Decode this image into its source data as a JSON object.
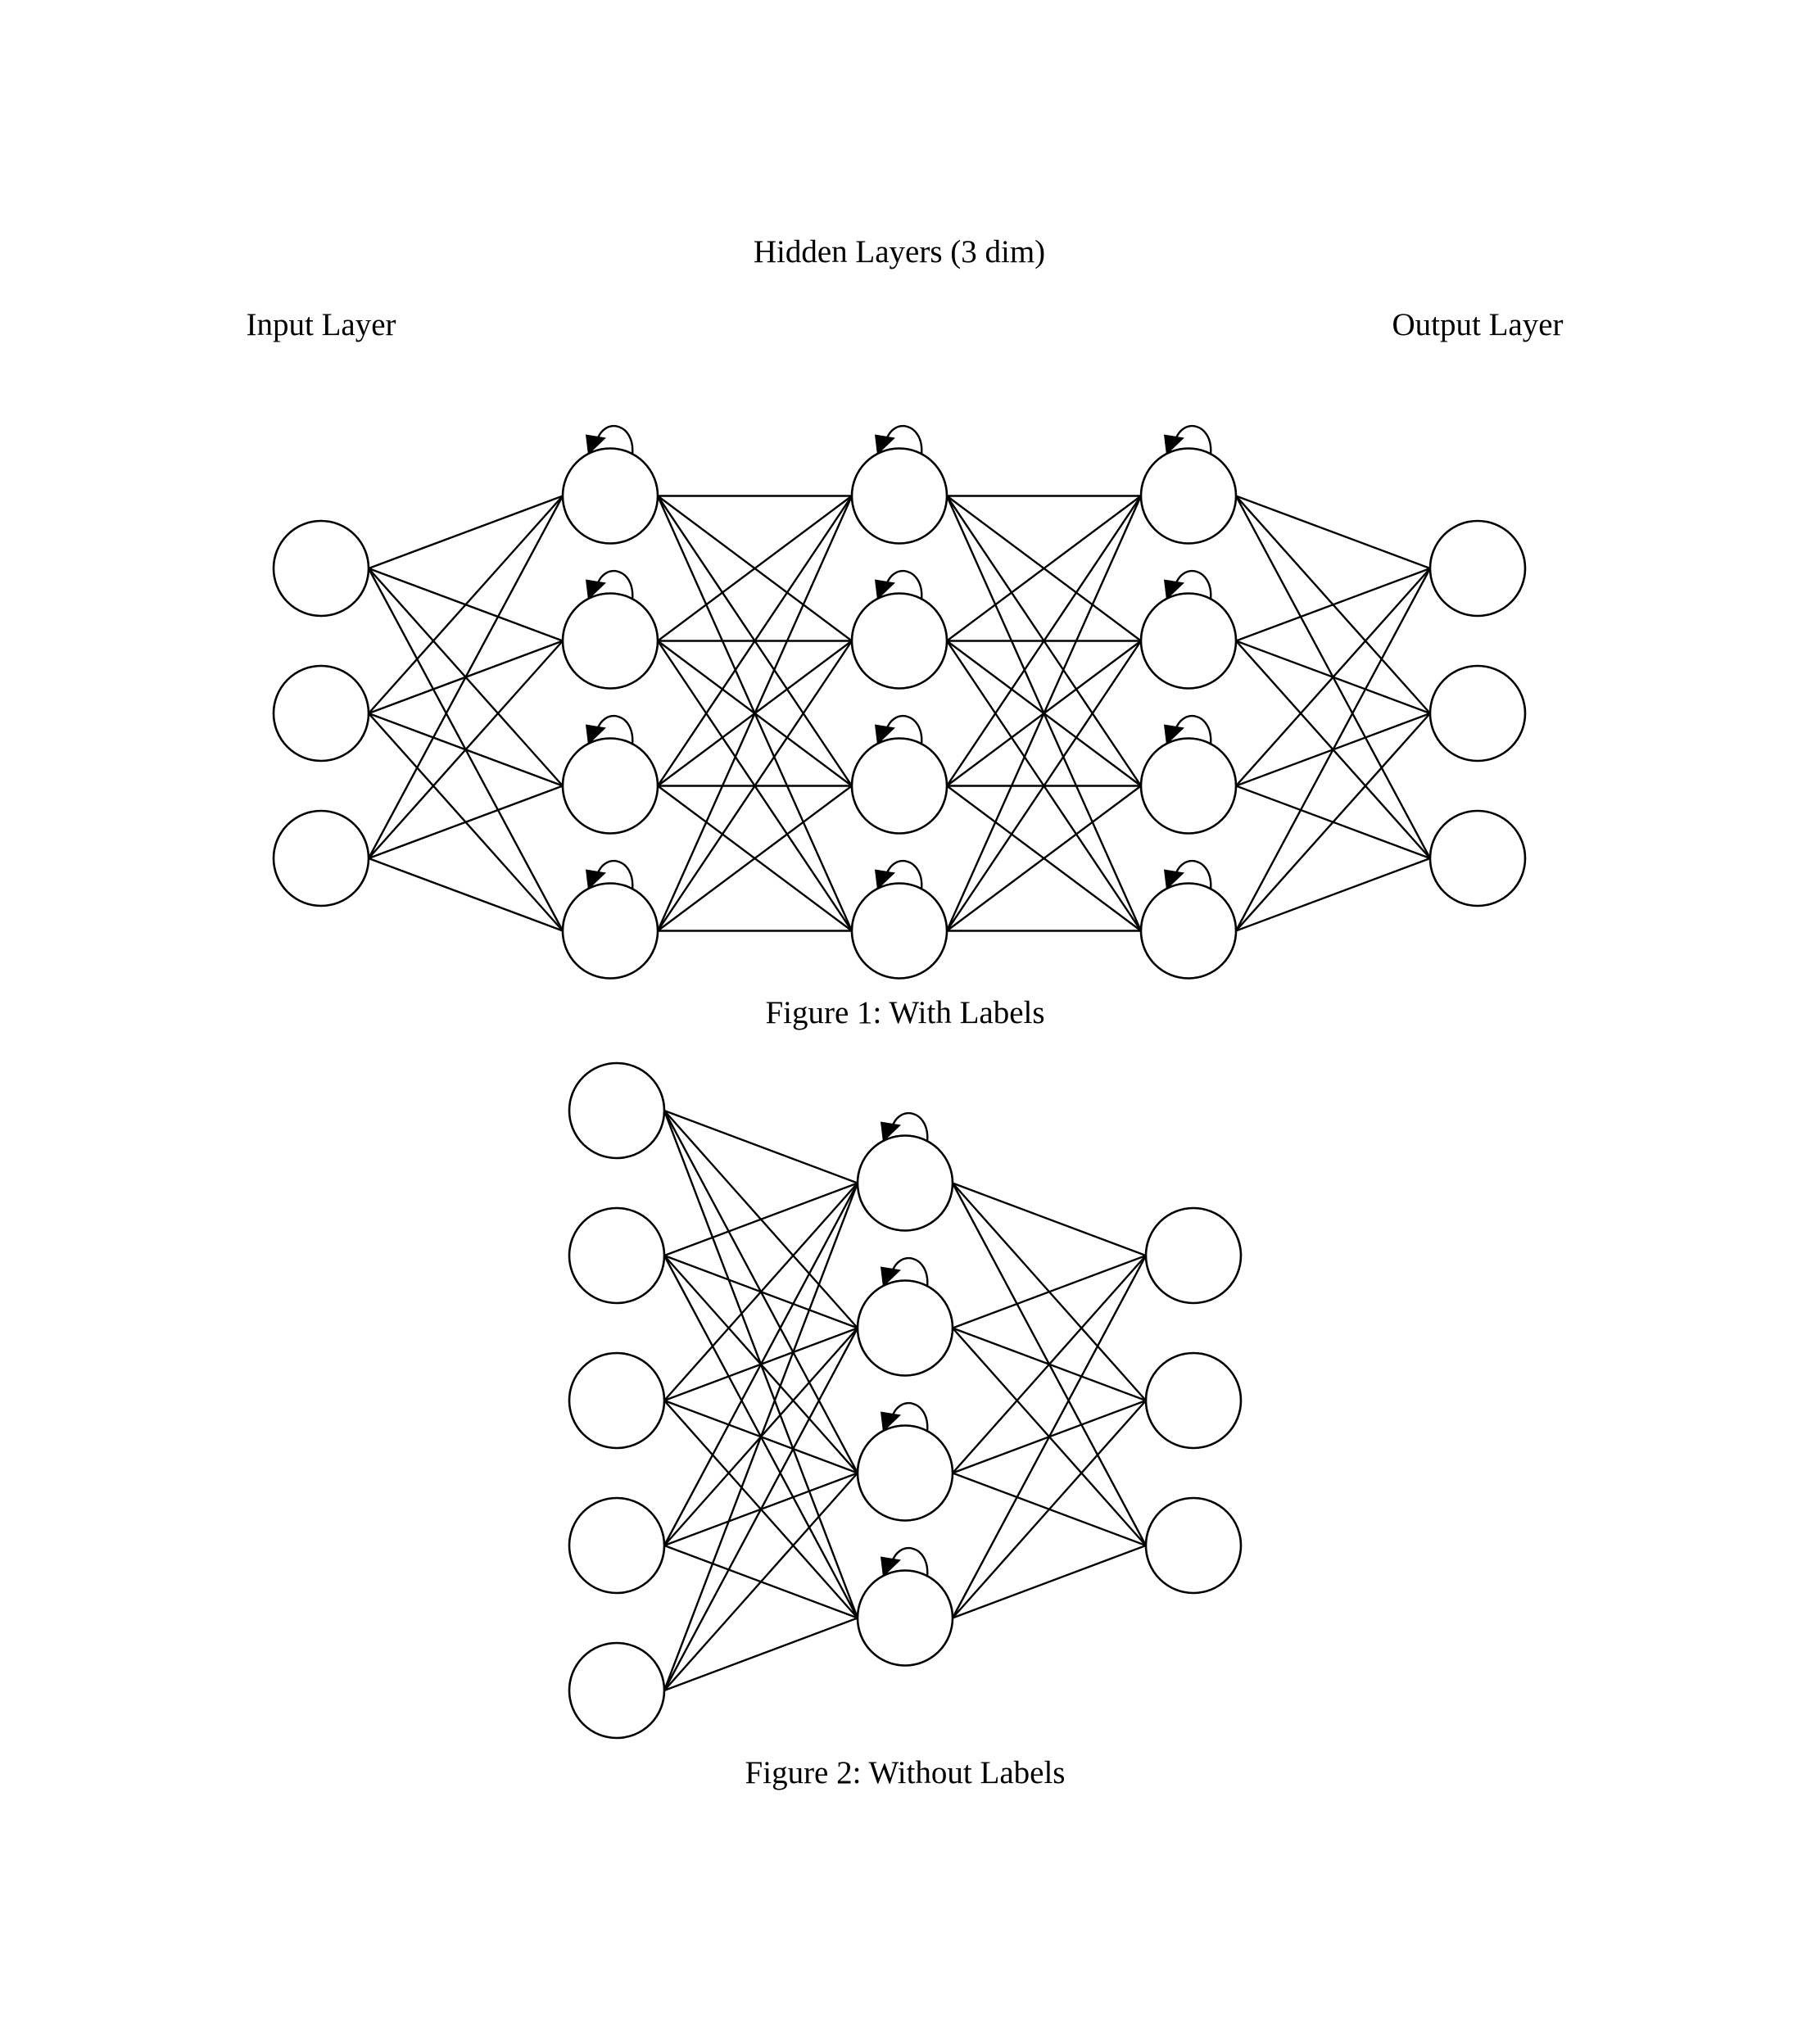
{
  "figure1": {
    "layer_labels": {
      "hidden": "Hidden Layers (3 dim)",
      "input": "Input Layer",
      "output": "Output Layer"
    },
    "layers": [
      {
        "role": "input",
        "nodes": 3,
        "self_loops": false
      },
      {
        "role": "hidden",
        "nodes": 4,
        "self_loops": true
      },
      {
        "role": "hidden",
        "nodes": 4,
        "self_loops": true
      },
      {
        "role": "hidden",
        "nodes": 4,
        "self_loops": true
      },
      {
        "role": "output",
        "nodes": 3,
        "self_loops": false
      }
    ],
    "connectivity": "fully-connected",
    "caption": "Figure 1: With Labels"
  },
  "figure2": {
    "layers": [
      {
        "role": "input",
        "nodes": 5,
        "self_loops": false
      },
      {
        "role": "hidden",
        "nodes": 4,
        "self_loops": true
      },
      {
        "role": "output",
        "nodes": 3,
        "self_loops": false
      }
    ],
    "connectivity": "fully-connected",
    "caption": "Figure 2: Without Labels"
  }
}
